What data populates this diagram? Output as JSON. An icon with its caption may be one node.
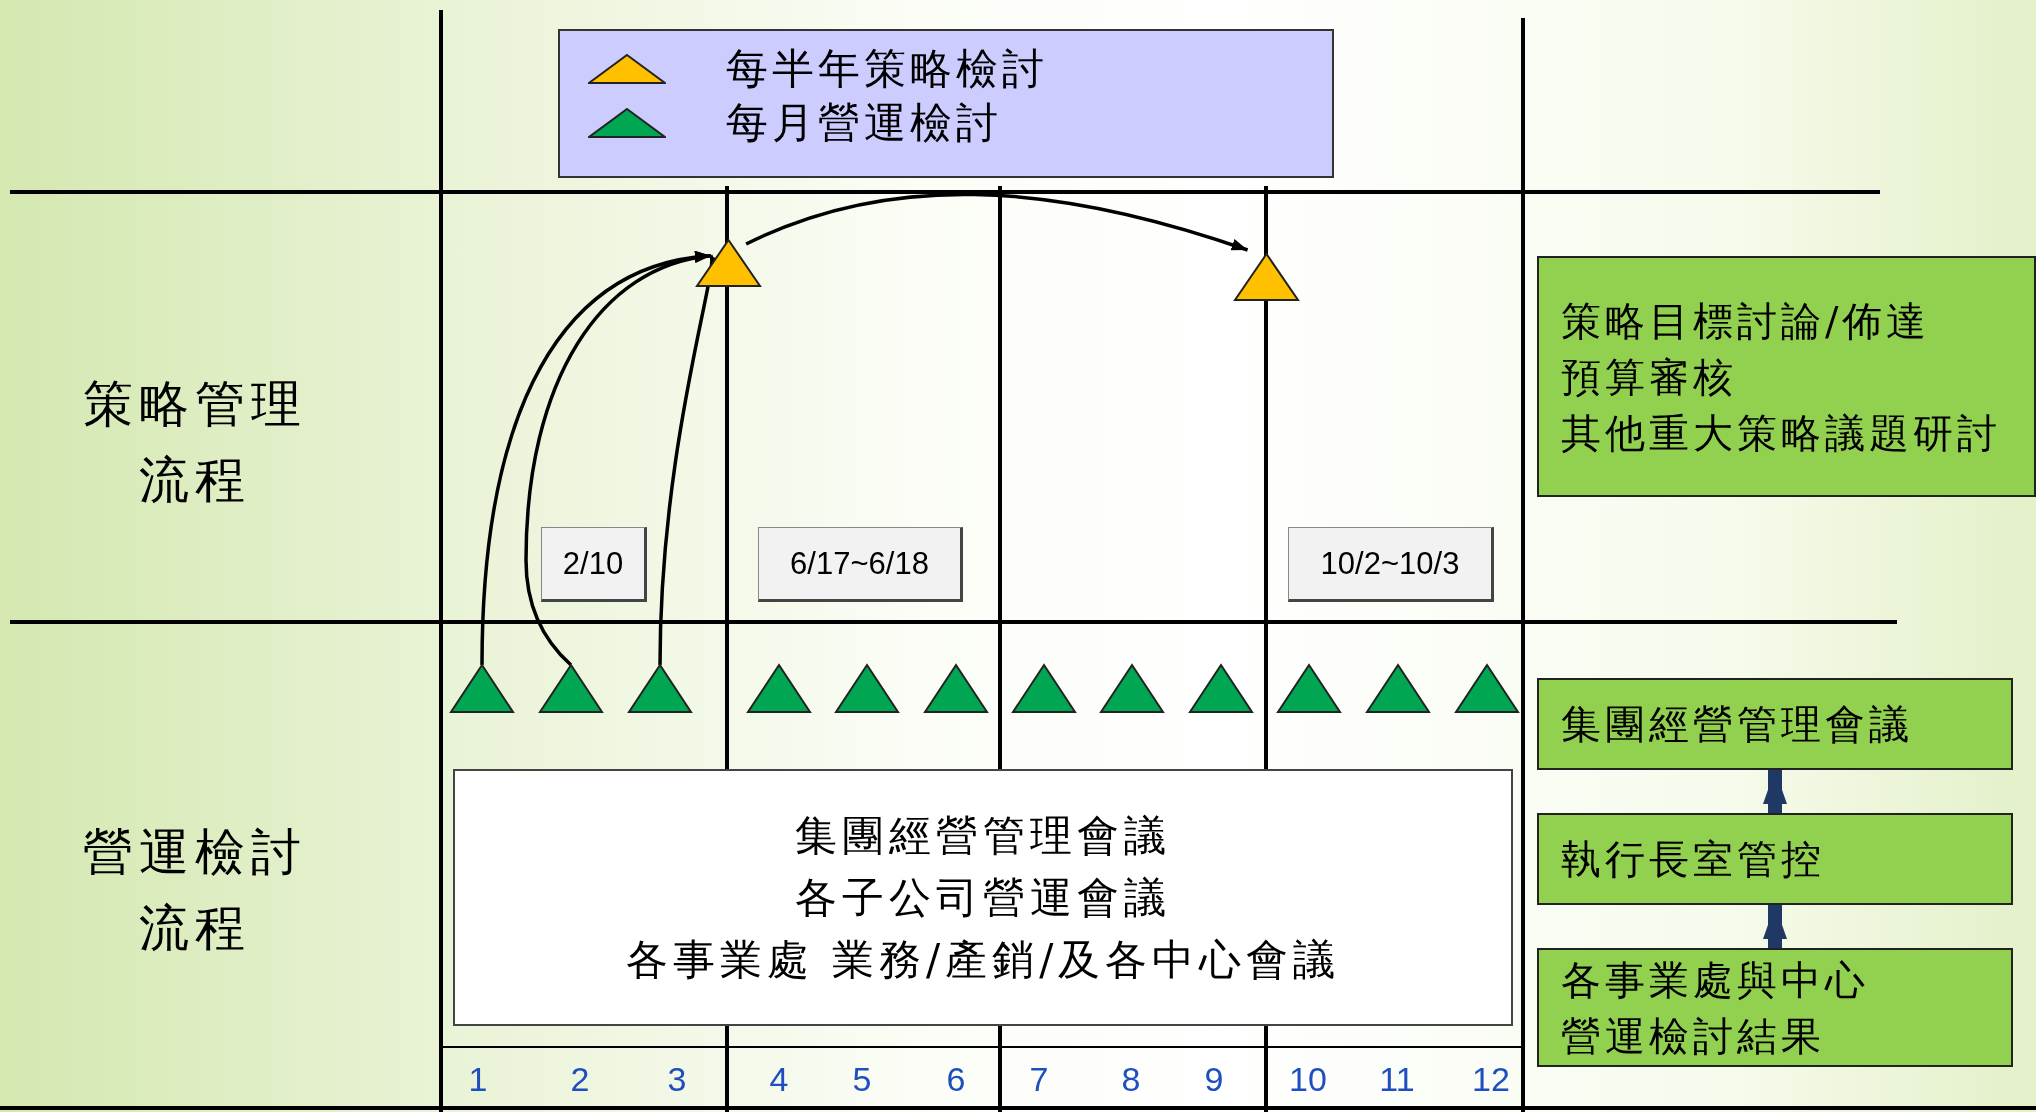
{
  "diagram": {
    "nodes": [
      {
        "text": [],
        "shape": "triangle"
      },
      {
        "text": [],
        "shape": "triangle"
      },
      {
        "text": [
          "策略目標討論/佈達",
          "預算審核",
          "其他重大策略議題研討"
        ]
      },
      {
        "text": [
          "2/10"
        ]
      },
      {
        "text": [
          "6/17~6/18"
        ]
      },
      {
        "text": [
          "10/2~10/3"
        ]
      },
      {
        "text": [],
        "shape": "triangle"
      },
      {
        "text": [],
        "shape": "triangle"
      },
      {
        "text": [],
        "shape": "triangle"
      },
      {
        "text": [],
        "shape": "triangle"
      },
      {
        "text": [],
        "shape": "triangle"
      },
      {
        "text": [],
        "shape": "triangle"
      },
      {
        "text": [],
        "shape": "triangle"
      },
      {
        "text": [],
        "shape": "triangle"
      },
      {
        "text": [],
        "shape": "triangle"
      },
      {
        "text": [],
        "shape": "triangle"
      },
      {
        "text": [],
        "shape": "triangle"
      },
      {
        "text": [],
        "shape": "triangle"
      },
      {
        "text": [
          "集團經營管理會議"
        ]
      },
      {
        "text": [
          "執行長室管控"
        ]
      },
      {
        "text": [
          "集團經營管理會議",
          "各子公司營運會議",
          "各事業處 業務/產銷/及各中心會議"
        ]
      },
      {
        "text": [
          "各事業處與中心營運檢討結果"
        ]
      }
    ],
    "edges": [
      {
        "from": 6,
        "to": 0,
        "arrow": "to"
      },
      {
        "from": 7,
        "to": 0,
        "arrow": "to"
      },
      {
        "from": 8,
        "to": 0,
        "arrow": "to"
      },
      {
        "from": 0,
        "to": 1,
        "arrow": "to"
      },
      {
        "from": 21,
        "to": 19,
        "arrow": "to",
        "style": "thick",
        "color": "#203864"
      },
      {
        "from": 19,
        "to": 18,
        "arrow": "to",
        "style": "thick",
        "color": "#203864"
      }
    ],
    "labels": [
      "策略管理流程",
      "營運檢討流程",
      "1",
      "2",
      "3",
      "4",
      "5",
      "6",
      "7",
      "8",
      "9",
      "10",
      "11",
      "12"
    ],
    "legend": [
      {
        "text": "每半年策略檢討"
      },
      {
        "text": "每月營運檢討"
      }
    ]
  }
}
